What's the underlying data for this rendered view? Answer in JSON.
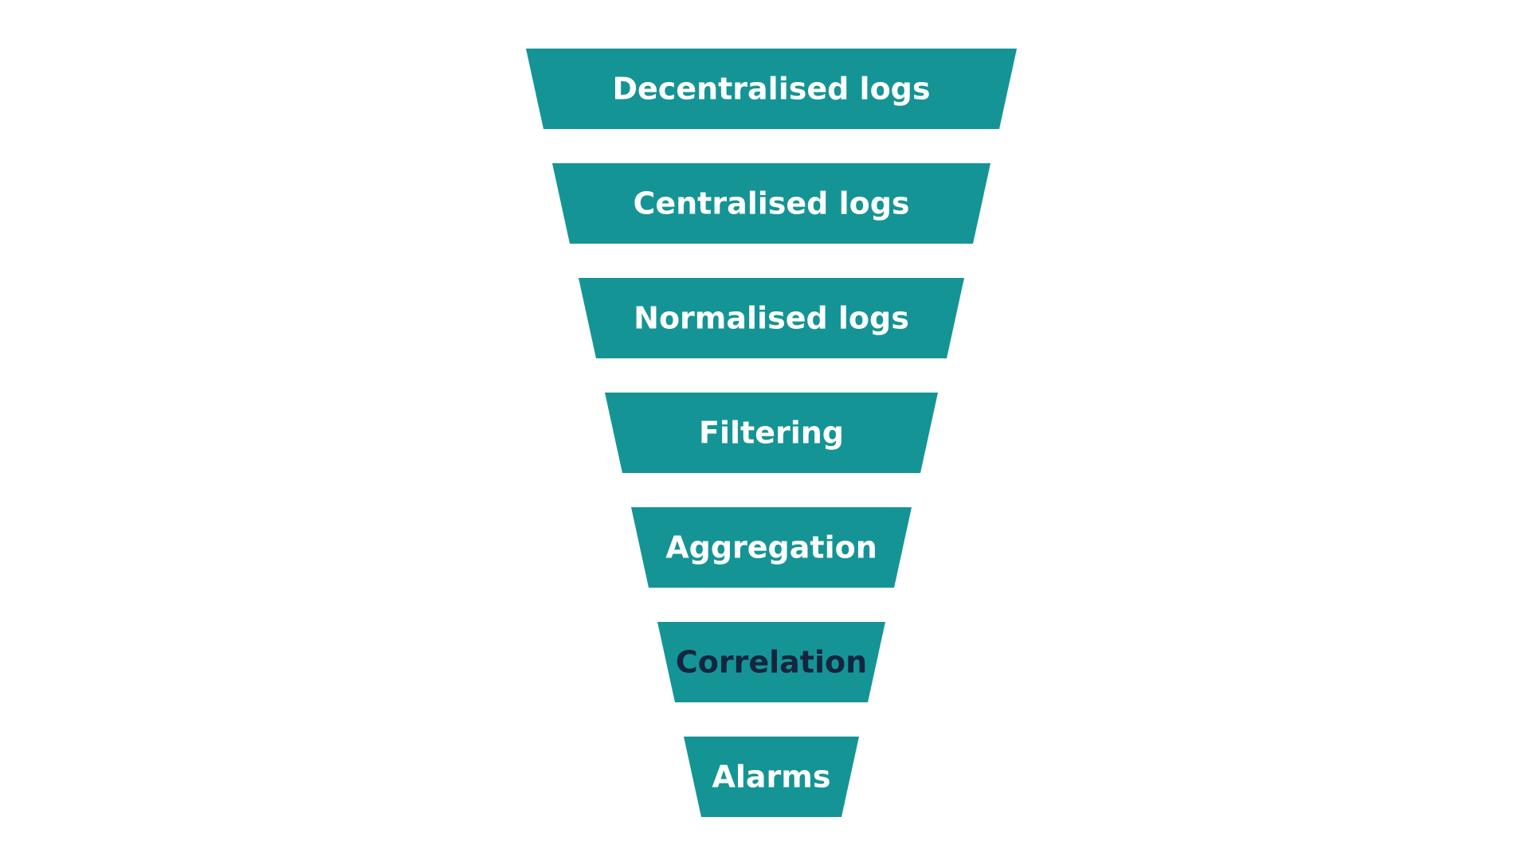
{
  "colors": {
    "background": "#ffffff",
    "stage_fill": "#159496",
    "label_light": "#ffffff",
    "label_dark": "#15253f"
  },
  "funnel": {
    "stages": [
      {
        "label": "Decentralised logs",
        "label_color": "light"
      },
      {
        "label": "Centralised logs",
        "label_color": "light"
      },
      {
        "label": "Normalised logs",
        "label_color": "light"
      },
      {
        "label": "Filtering",
        "label_color": "light"
      },
      {
        "label": "Aggregation",
        "label_color": "light"
      },
      {
        "label": "Correlation",
        "label_color": "dark"
      },
      {
        "label": "Alarms",
        "label_color": "light"
      }
    ]
  }
}
